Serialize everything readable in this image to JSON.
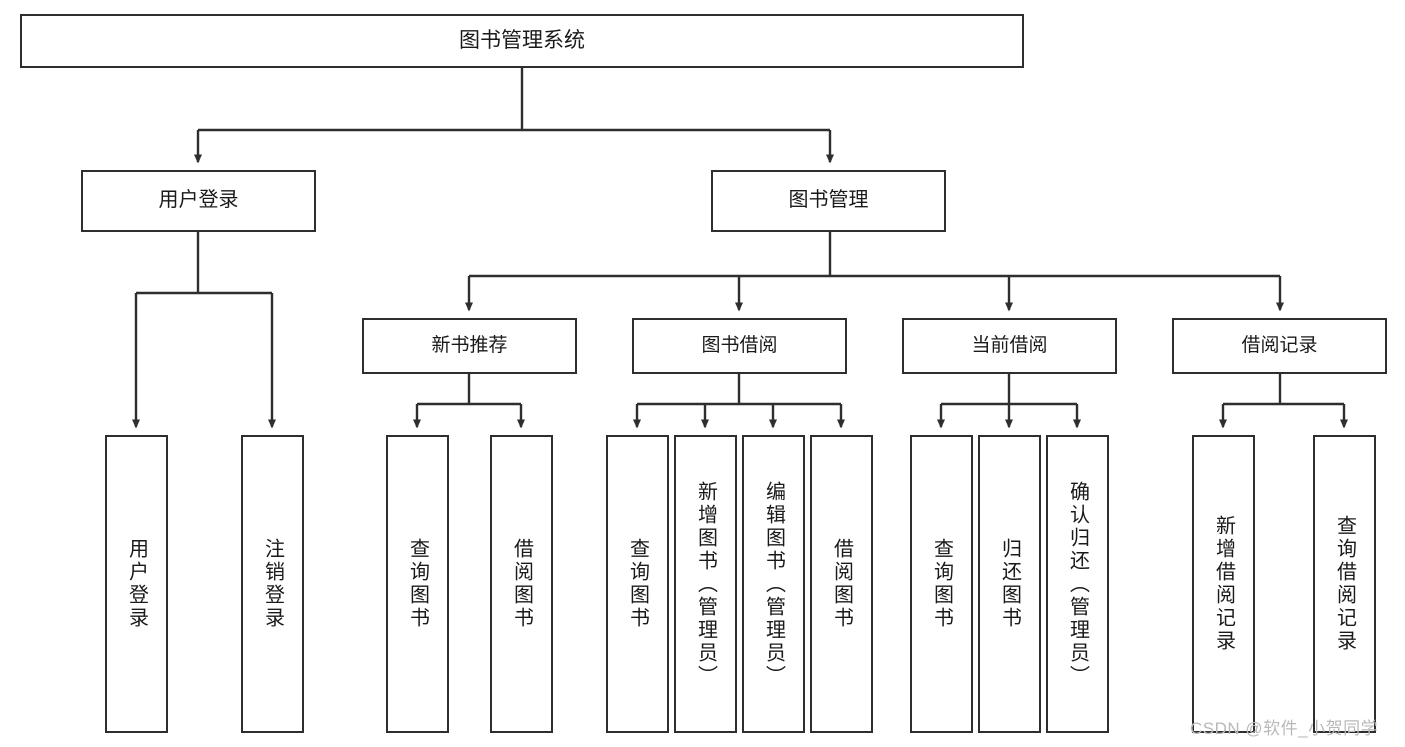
{
  "diagram": {
    "type": "tree-hierarchy-chart",
    "title_node": {
      "id": "root",
      "label": "图书管理系统"
    },
    "level2": [
      {
        "id": "user-login",
        "label": "用户登录"
      },
      {
        "id": "book-management",
        "label": "图书管理"
      }
    ],
    "level3": [
      {
        "id": "new-book-recommend",
        "label": "新书推荐",
        "parent": "book-management"
      },
      {
        "id": "book-borrow",
        "label": "图书借阅",
        "parent": "book-management"
      },
      {
        "id": "current-borrow",
        "label": "当前借阅",
        "parent": "book-management"
      },
      {
        "id": "borrow-record",
        "label": "借阅记录",
        "parent": "book-management"
      }
    ],
    "leaves": [
      {
        "id": "leaf-user-login",
        "label": "用户登录",
        "parent": "user-login"
      },
      {
        "id": "leaf-logout-login",
        "label": "注销登录",
        "parent": "user-login"
      },
      {
        "id": "leaf-query-book-1",
        "label": "查询图书",
        "parent": "new-book-recommend"
      },
      {
        "id": "leaf-borrow-book-1",
        "label": "借阅图书",
        "parent": "new-book-recommend"
      },
      {
        "id": "leaf-query-book-2",
        "label": "查询图书",
        "parent": "book-borrow"
      },
      {
        "id": "leaf-add-book",
        "label": "新增图书（管理员）",
        "parent": "book-borrow"
      },
      {
        "id": "leaf-edit-book",
        "label": "编辑图书（管理员）",
        "parent": "book-borrow"
      },
      {
        "id": "leaf-borrow-book-2",
        "label": "借阅图书",
        "parent": "book-borrow"
      },
      {
        "id": "leaf-query-book-3",
        "label": "查询图书",
        "parent": "current-borrow"
      },
      {
        "id": "leaf-return-book",
        "label": "归还图书",
        "parent": "current-borrow"
      },
      {
        "id": "leaf-confirm-return",
        "label": "确认归还（管理员）",
        "parent": "current-borrow"
      },
      {
        "id": "leaf-add-record",
        "label": "新增借阅记录",
        "parent": "borrow-record"
      },
      {
        "id": "leaf-query-record",
        "label": "查询借阅记录",
        "parent": "borrow-record"
      }
    ]
  },
  "watermark": {
    "text": "CSDN @软件_小贺同学"
  },
  "colors": {
    "box_border": "#2e2e2e",
    "box_fill": "#ffffff",
    "text": "#1a1a1a",
    "connector": "#2e2e2e",
    "watermark": "#b9b9b9"
  }
}
